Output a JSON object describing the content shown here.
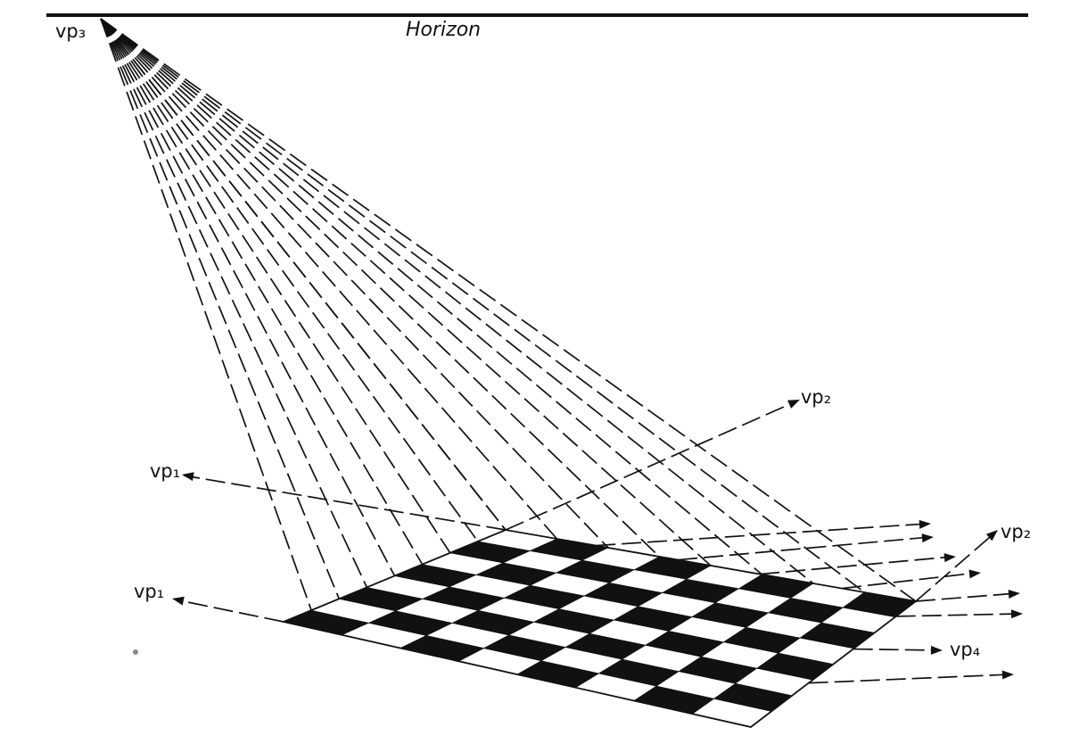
{
  "diagram": {
    "horizon_label": "Horizon",
    "labels": {
      "vp3": "vp₃",
      "vp2_upper": "vp₂",
      "vp2_right": "vp₂",
      "vp1_upper": "vp₁",
      "vp1_lower": "vp₁",
      "vp4": "vp₄"
    },
    "board": {
      "rows": 8,
      "cols": 8
    },
    "ink_color": "#111111",
    "paper_color": "#ffffff"
  }
}
